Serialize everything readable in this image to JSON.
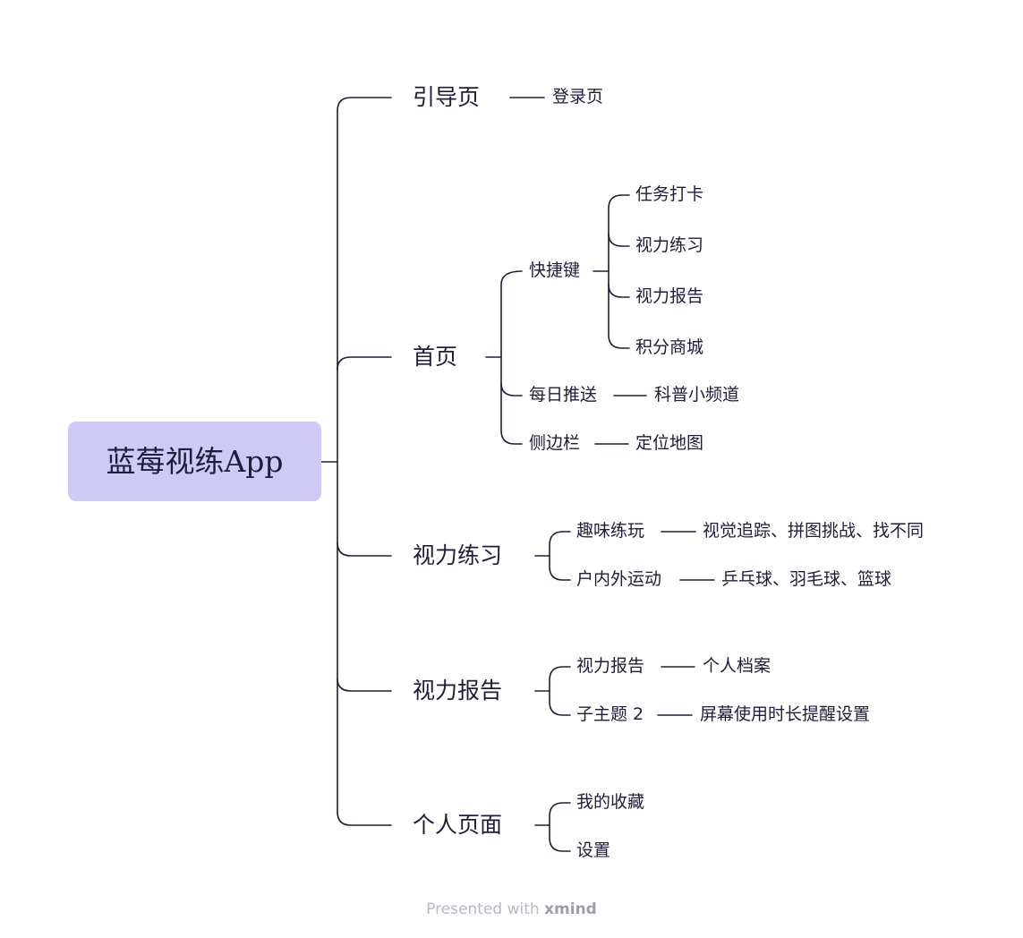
{
  "root": "蓝莓视练App",
  "branches": {
    "guide": "引导页",
    "guide_login": "登录页",
    "home": "首页",
    "home_shortcut": "快捷键",
    "shortcut_task": "任务打卡",
    "shortcut_practice": "视力练习",
    "shortcut_report": "视力报告",
    "shortcut_mall": "积分商城",
    "home_daily": "每日推送",
    "daily_channel": "科普小频道",
    "home_sidebar": "侧边栏",
    "sidebar_map": "定位地图",
    "practice": "视力练习",
    "practice_fun": "趣味练玩",
    "fun_items": "视觉追踪、拼图挑战、找不同",
    "practice_sport": "户内外运动",
    "sport_items": "乒乓球、羽毛球、篮球",
    "report": "视力报告",
    "report_report": "视力报告",
    "report_profile": "个人档案",
    "report_topic": "子主题 2",
    "report_reminder": "屏幕使用时长提醒设置",
    "personal": "个人页面",
    "personal_fav": "我的收藏",
    "personal_settings": "设置"
  },
  "footer": {
    "prefix": "Presented with ",
    "brand": "xmind"
  },
  "colors": {
    "root_fill": "#cfc9f6",
    "line": "#1e1e3c",
    "text": "#1e1e3c",
    "footer": "#b8b8c4"
  }
}
